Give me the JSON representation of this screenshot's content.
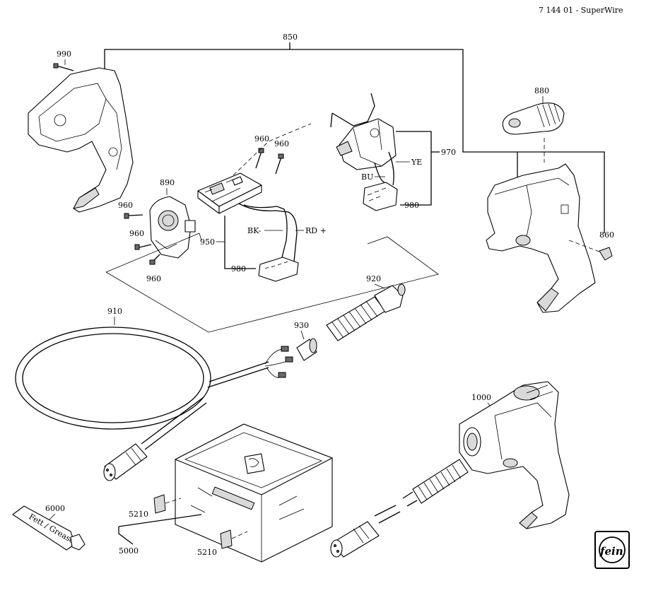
{
  "header": {
    "doc_title": "7 144 01 - SuperWire"
  },
  "labels": {
    "p850": "850",
    "p990": "990",
    "p880": "880",
    "p960a": "960",
    "p960b": "960",
    "p960c": "960",
    "p960d": "960",
    "p960e": "960",
    "p890": "890",
    "p970": "970",
    "ye": "YE",
    "bu": "BU",
    "p980a": "980",
    "p980b": "980",
    "bk": "BK-",
    "rd": "RD +",
    "p950": "950",
    "p860": "860",
    "p920": "920",
    "p910": "910",
    "p930": "930",
    "p1000": "1000",
    "p6000": "6000",
    "p5210a": "5210",
    "p5210b": "5210",
    "p5000": "5000"
  },
  "tube_text": "Fett / Grease",
  "logo": {
    "name": "fein-logo",
    "text": "fein"
  }
}
